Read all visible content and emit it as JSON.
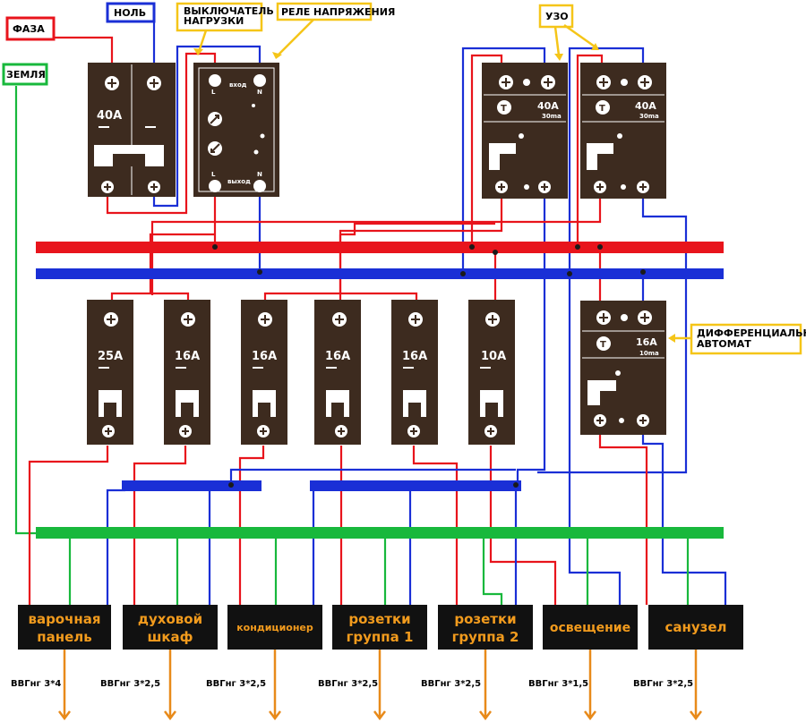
{
  "colors": {
    "phase": "#e8141c",
    "neutral": "#1a2fd6",
    "ground": "#18b83c",
    "device": "#3d2b1f",
    "label_yellow": "#f5c518",
    "load_text": "#f29b1d",
    "arrow": "#e88a1a"
  },
  "tags": {
    "phase": "ФАЗА",
    "neutral": "НОЛЬ",
    "ground": "ЗЕМЛЯ",
    "load_switch": "ВЫКЛЮЧАТЕЛЬ НАГРУЗКИ",
    "voltage_relay": "РЕЛЕ НАПРЯЖЕНИЯ",
    "rcd": "УЗО",
    "rcbo": "ДИФФЕРЕНЦИАЛЬНЫЙ АВТОМАТ"
  },
  "main_switch": {
    "rating": "40A"
  },
  "relay": {
    "in_label": "вход",
    "out_label": "выход",
    "l": "L",
    "n": "N"
  },
  "rcds": [
    {
      "rating": "40A",
      "sensitivity": "30ma",
      "test": "T"
    },
    {
      "rating": "40A",
      "sensitivity": "30ma",
      "test": "T"
    }
  ],
  "breakers": [
    {
      "rating": "25A"
    },
    {
      "rating": "16A"
    },
    {
      "rating": "16A"
    },
    {
      "rating": "16A"
    },
    {
      "rating": "16A"
    },
    {
      "rating": "10A"
    }
  ],
  "rcbo": {
    "rating": "16A",
    "sensitivity": "10ma",
    "test": "T"
  },
  "loads": [
    {
      "name": "варочная панель",
      "line1": "варочная",
      "line2": "панель",
      "cable": "ВВГнг 3*4"
    },
    {
      "name": "духовой шкаф",
      "line1": "духовой",
      "line2": "шкаф",
      "cable": "ВВГнг 3*2,5"
    },
    {
      "name": "кондиционер",
      "line1": "кондиционер",
      "line2": "",
      "cable": "ВВГнг 3*2,5"
    },
    {
      "name": "розетки группа 1",
      "line1": "розетки",
      "line2": "группа 1",
      "cable": "ВВГнг 3*2,5"
    },
    {
      "name": "розетки группа 2",
      "line1": "розетки",
      "line2": "группа 2",
      "cable": "ВВГнг 3*2,5"
    },
    {
      "name": "освещение",
      "line1": "освещение",
      "line2": "",
      "cable": "ВВГнг 3*1,5"
    },
    {
      "name": "санузел",
      "line1": "санузел",
      "line2": "",
      "cable": "ВВГнг 3*2,5"
    }
  ]
}
